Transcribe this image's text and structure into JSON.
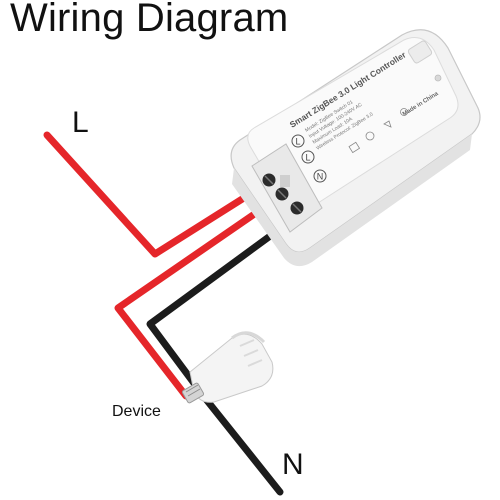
{
  "diagram": {
    "title": "Wiring Diagram",
    "live_label": "L",
    "neutral_label": "N",
    "device_label": "Device",
    "controller": {
      "name": "Smart ZigBee 3.0 Light Controller",
      "spec_lines": [
        "Model: ZigBee Switch 01",
        "Input Voltage: 100-240V AC",
        "Maximum Load: 10A",
        "Wireless Protocol: ZigBee 3.0"
      ],
      "made_in": "Made in China",
      "terminals": [
        "L",
        "L",
        "N"
      ]
    },
    "colors": {
      "live_wire": "#e5262a",
      "neutral_wire": "#1c1c1c",
      "housing": "#f2f2f2",
      "terminal_screw": "#2b2b2b"
    }
  }
}
